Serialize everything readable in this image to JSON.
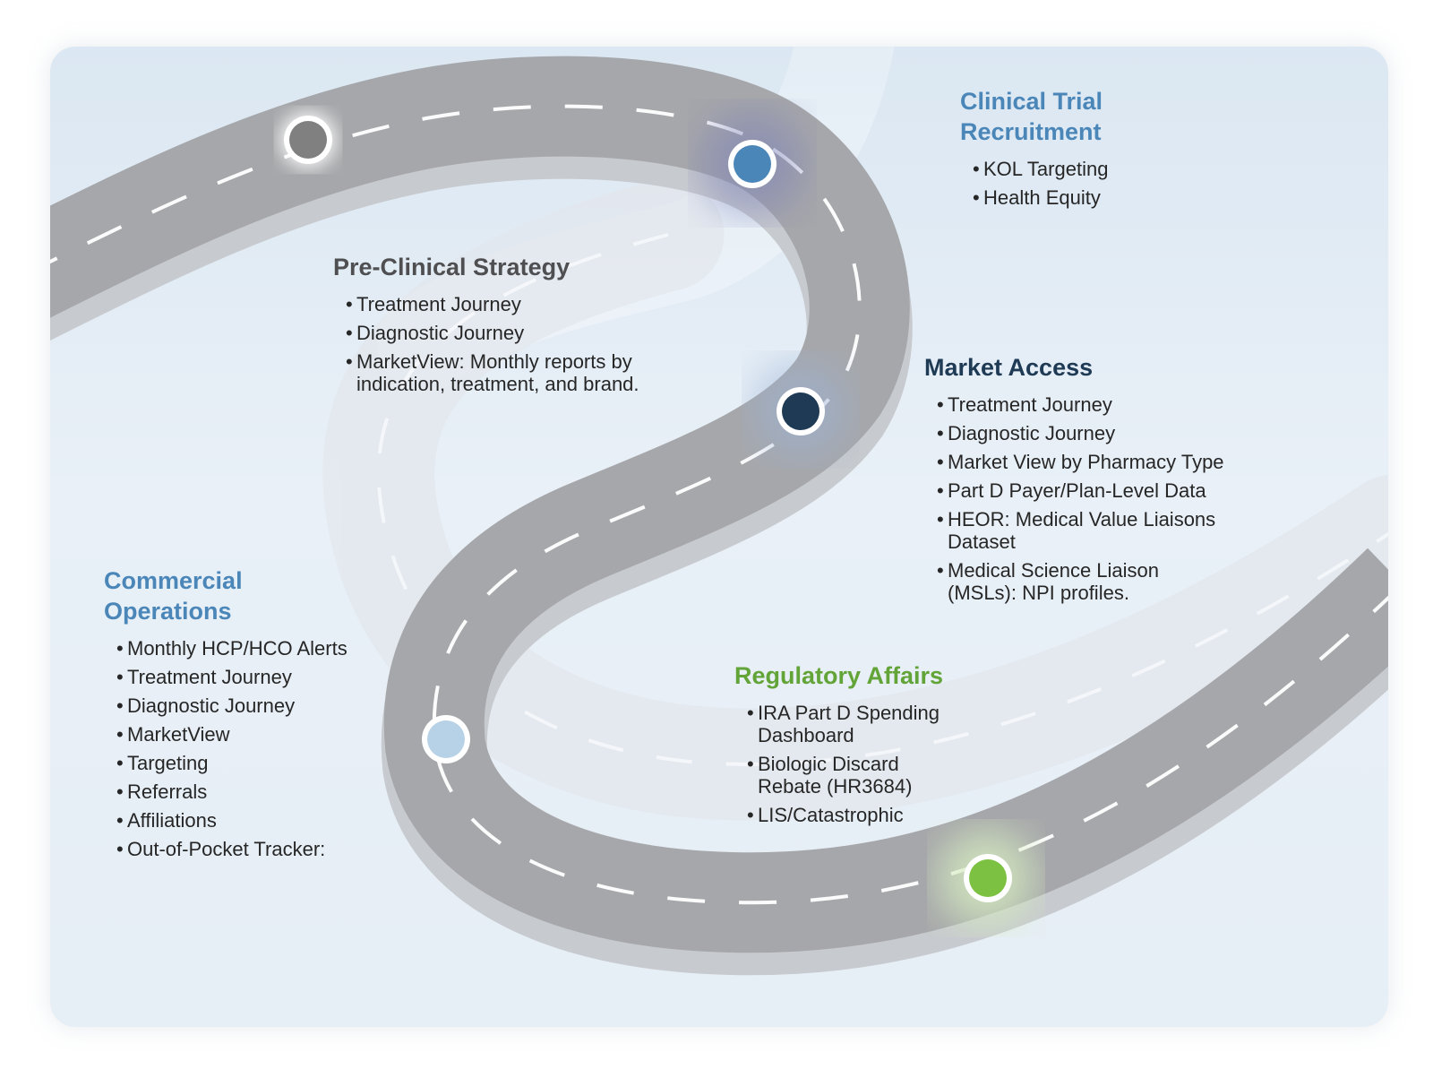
{
  "colors": {
    "road": "#a6a7aa",
    "road_shadow": "#d2d4d8",
    "dash": "#ffffff",
    "milestone_pre_clinical": "#808080",
    "milestone_clinical_trial": "#4a86b8",
    "milestone_market_access": "#1e3a55",
    "milestone_commercial": "#b7d1e6",
    "milestone_regulatory": "#7cc142"
  },
  "sections": {
    "clinical_trial": {
      "title_line1": "Clinical Trial",
      "title_line2": "Recruitment",
      "items": [
        "KOL Targeting",
        "Health Equity"
      ]
    },
    "pre_clinical": {
      "title": "Pre-Clinical Strategy",
      "items": [
        "Treatment Journey",
        "Diagnostic Journey",
        "MarketView: Monthly reports by"
      ],
      "item3_cont": "indication, treatment, and brand."
    },
    "market_access": {
      "title": "Market Access",
      "items": [
        "Treatment Journey",
        "Diagnostic Journey",
        "Market View by Pharmacy Type",
        "Part D Payer/Plan-Level Data",
        "HEOR: Medical Value Liaisons",
        "Medical Science Liaison"
      ],
      "item5_cont": "Dataset",
      "item6_cont": "(MSLs): NPI profiles."
    },
    "commercial": {
      "title_line1": "Commercial",
      "title_line2": "Operations",
      "items": [
        "Monthly HCP/HCO Alerts",
        "Treatment Journey",
        "Diagnostic Journey",
        "MarketView",
        "Targeting",
        "Referrals",
        "Affiliations",
        "Out-of-Pocket Tracker:"
      ]
    },
    "regulatory": {
      "title": "Regulatory Affairs",
      "items": [
        "IRA Part D Spending",
        "Biologic Discard",
        "LIS/Catastrophic"
      ],
      "item1_cont": "Dashboard",
      "item2_cont": "Rebate (HR3684)"
    }
  }
}
